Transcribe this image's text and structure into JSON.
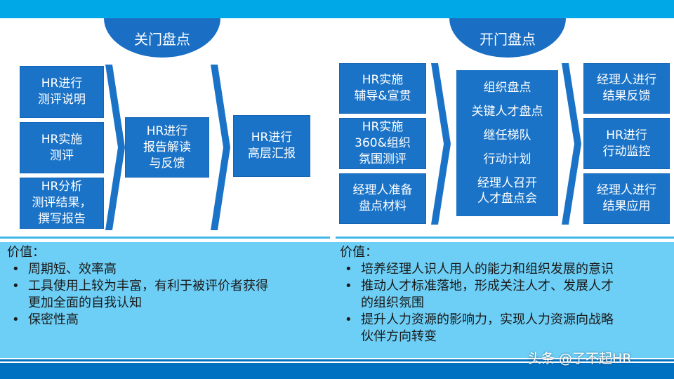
{
  "colors": {
    "accent": "#1b73c7",
    "top_bar": "#00a8e8",
    "panel": "#6dcff6"
  },
  "left_section": {
    "tab_label": "关门盘点",
    "column1": [
      "HR进行\n测评说明",
      "HR实施\n测评",
      "HR分析\n测评结果，\n撰写报告"
    ],
    "column2": "HR进行\n报告解读\n与反馈",
    "column3": "HR进行\n高层汇报"
  },
  "right_section": {
    "tab_label": "开门盘点",
    "column1": [
      "HR实施\n辅导&宣贯",
      "HR实施\n360&组织\n氛围测评",
      "经理人准备\n盘点材料"
    ],
    "column2": [
      "组织盘点",
      "关键人才盘点",
      "继任梯队",
      "行动计划",
      "经理人召开\n人才盘点会"
    ],
    "column3": [
      "经理人进行\n结果反馈",
      "HR进行\n行动监控",
      "经理人进行\n结果应用"
    ]
  },
  "values_left": {
    "heading": "价值：",
    "items": [
      "周期短、效率高",
      "工具使用上较为丰富，有利于被评价者获得\n更加全面的自我认知",
      "保密性高"
    ]
  },
  "values_right": {
    "heading": "价值：",
    "items": [
      "培养经理人识人用人的能力和组织发展的意识",
      "推动人才标准落地，形成关注人才、发展人才\n的组织氛围",
      "提升人力资源的影响力，实现人力资源向战略\n伙伴方向转变"
    ]
  },
  "watermark": "头条 @了不起HR"
}
